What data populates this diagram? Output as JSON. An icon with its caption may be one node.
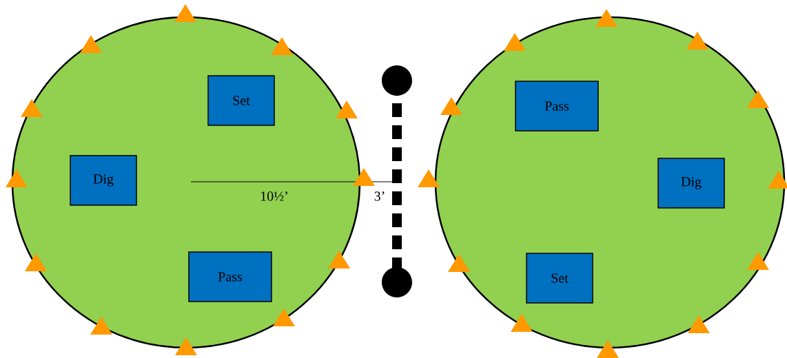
{
  "diagram": {
    "nodes": [
      {
        "text": [],
        "shape": "circle"
      },
      {
        "text": [
          "Set"
        ],
        "in": 0
      },
      {
        "text": [
          "Dig"
        ],
        "in": 0
      },
      {
        "text": [
          "Pass"
        ],
        "in": 0
      },
      {
        "text": [],
        "shape": "circle"
      },
      {
        "text": [
          "Pass"
        ],
        "in": 4
      },
      {
        "text": [
          "Dig"
        ],
        "in": 4
      },
      {
        "text": [
          "Set"
        ],
        "in": 4
      }
    ],
    "edges": [],
    "labels": [
      "10½’",
      "3’"
    ]
  }
}
